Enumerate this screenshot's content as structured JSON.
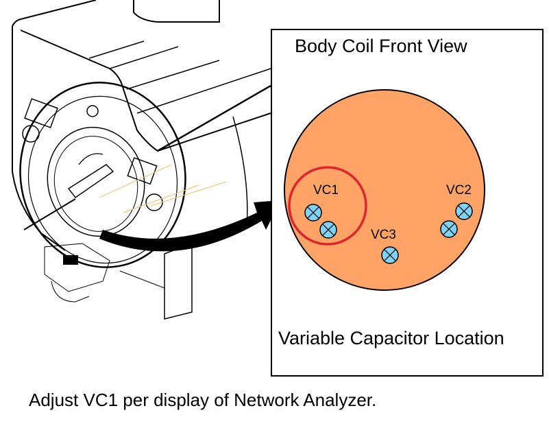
{
  "panel": {
    "title": "Body Coil Front View",
    "caption": "Variable Capacitor Location"
  },
  "footer": {
    "instruction": "Adjust VC1 per display of Network Analyzer."
  },
  "capacitors": [
    {
      "id": "VC1",
      "label": "VC1",
      "highlighted": true
    },
    {
      "id": "VC2",
      "label": "VC2",
      "highlighted": false
    },
    {
      "id": "VC3",
      "label": "VC3",
      "highlighted": false
    }
  ],
  "colors": {
    "coil_fill": "#FFA366",
    "capacitor_fill": "#7FD3F5",
    "highlight_ring": "#E0242B",
    "arrow": "#000000"
  }
}
